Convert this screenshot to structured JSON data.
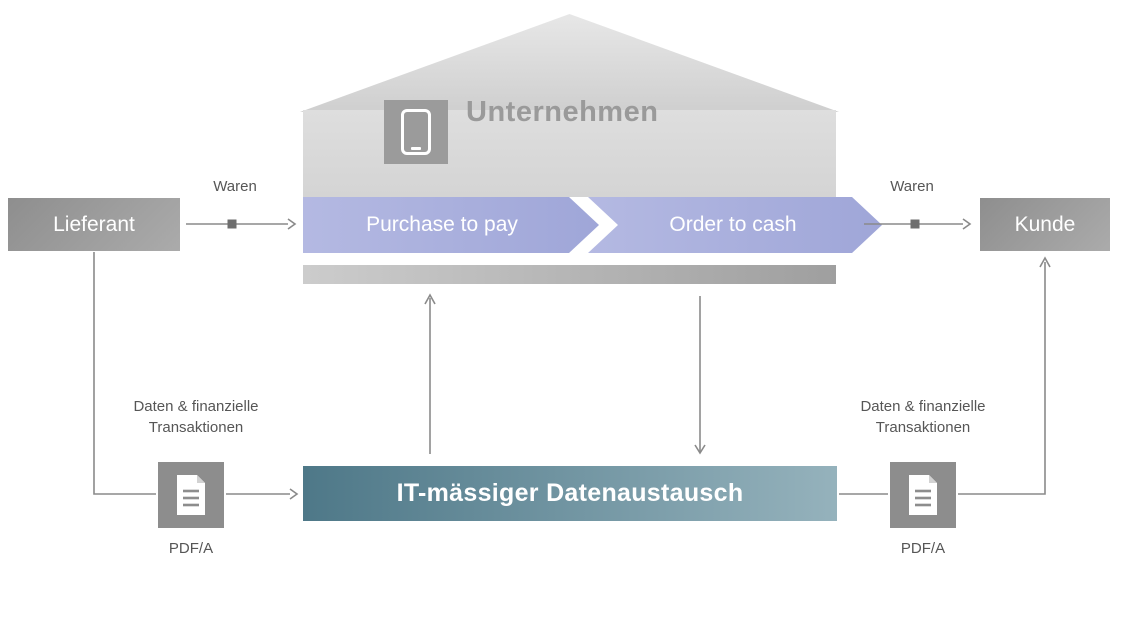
{
  "diagram": {
    "company": {
      "title": "Unternehmen"
    },
    "process": {
      "step1": "Purchase to pay",
      "step2": "Order to cash"
    },
    "exchange": {
      "label": "IT-mässiger Datenaustausch"
    },
    "supplier": {
      "name": "Lieferant",
      "goods_label": "Waren",
      "data_label_line1": "Daten & finanzielle",
      "data_label_line2": "Transaktionen",
      "doc_format": "PDF/A"
    },
    "customer": {
      "name": "Kunde",
      "goods_label": "Waren",
      "data_label_line1": "Daten & finanzielle",
      "data_label_line2": "Transaktionen",
      "doc_format": "PDF/A"
    }
  },
  "icons": {
    "smartphone": "smartphone-icon",
    "document_left": "pdf-document-icon",
    "document_right": "pdf-document-icon"
  },
  "colors": {
    "chevron_light": "#b4b9e2",
    "chevron_dark": "#9fa6d8",
    "exchange_dark": "#4e7888",
    "exchange_light": "#95b2bc",
    "entity_gray": "#969696",
    "house_gray": "#d9d9d9",
    "line_gray": "#8a8a8a"
  }
}
